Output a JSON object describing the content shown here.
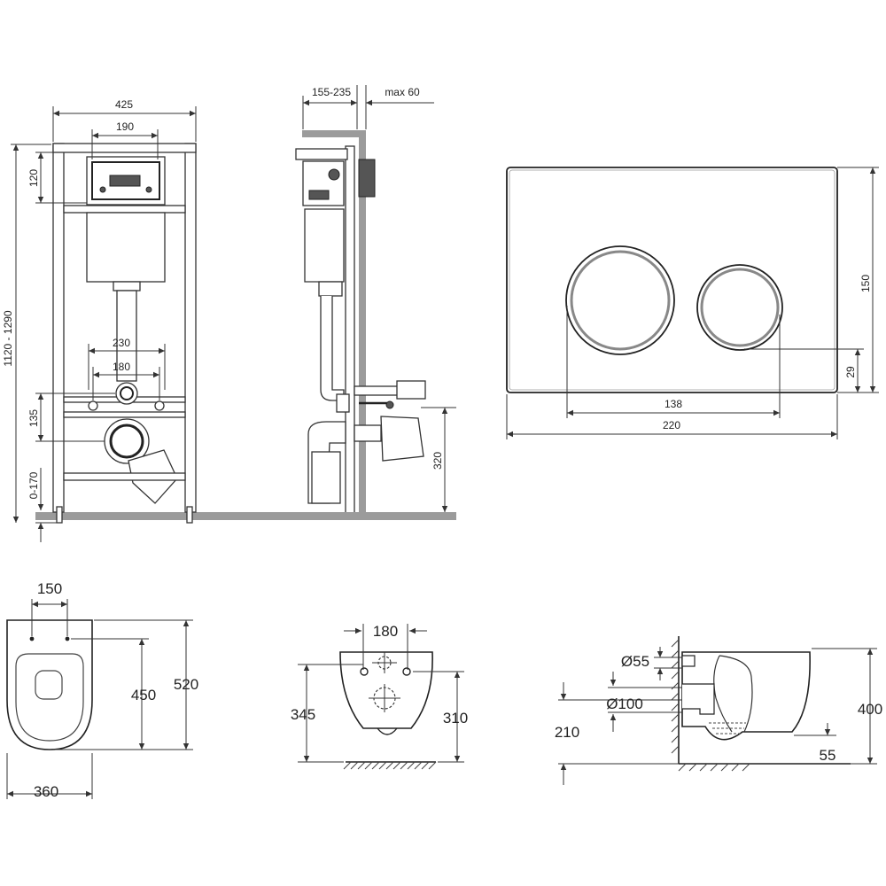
{
  "frame_front": {
    "width": "425",
    "panel_width": "190",
    "top_block": "120",
    "height_range": "1120 - 1290",
    "outlet_spacing": "230",
    "stud_spacing": "180",
    "outlet_height": "135",
    "leg_adjust": "0-170"
  },
  "frame_side": {
    "depth_range": "155-235",
    "wall_max": "max 60",
    "drain_height": "320"
  },
  "flush_plate": {
    "height": "150",
    "button_offset": "29",
    "button_span": "138",
    "width": "220"
  },
  "bowl_top": {
    "hole_spacing": "150",
    "hole_depth": "450",
    "length": "520",
    "width": "360"
  },
  "bowl_front": {
    "hole_spacing": "180",
    "total_height": "345",
    "bowl_height": "310"
  },
  "bowl_side": {
    "inlet": "Ø55",
    "outlet": "Ø100",
    "outlet_height": "210",
    "height": "400",
    "bottom": "55"
  }
}
